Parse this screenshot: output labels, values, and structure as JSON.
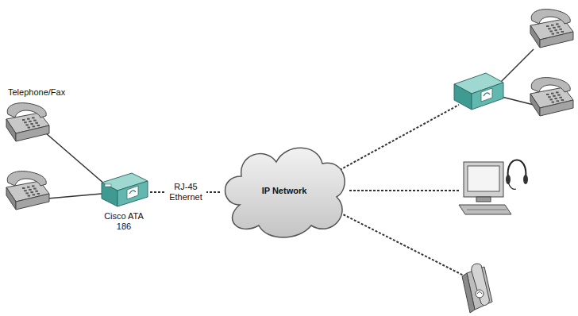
{
  "diagram": {
    "nodes": [
      {
        "text": [
          "Cisco ATA 186"
        ]
      },
      {
        "text": [
          "IP Network"
        ]
      }
    ],
    "edges": [
      {
        "from": 0,
        "to": 1,
        "label": "RJ-45 Ethernet",
        "arrow": "none"
      }
    ],
    "labels": [
      "Telephone/Fax"
    ]
  }
}
